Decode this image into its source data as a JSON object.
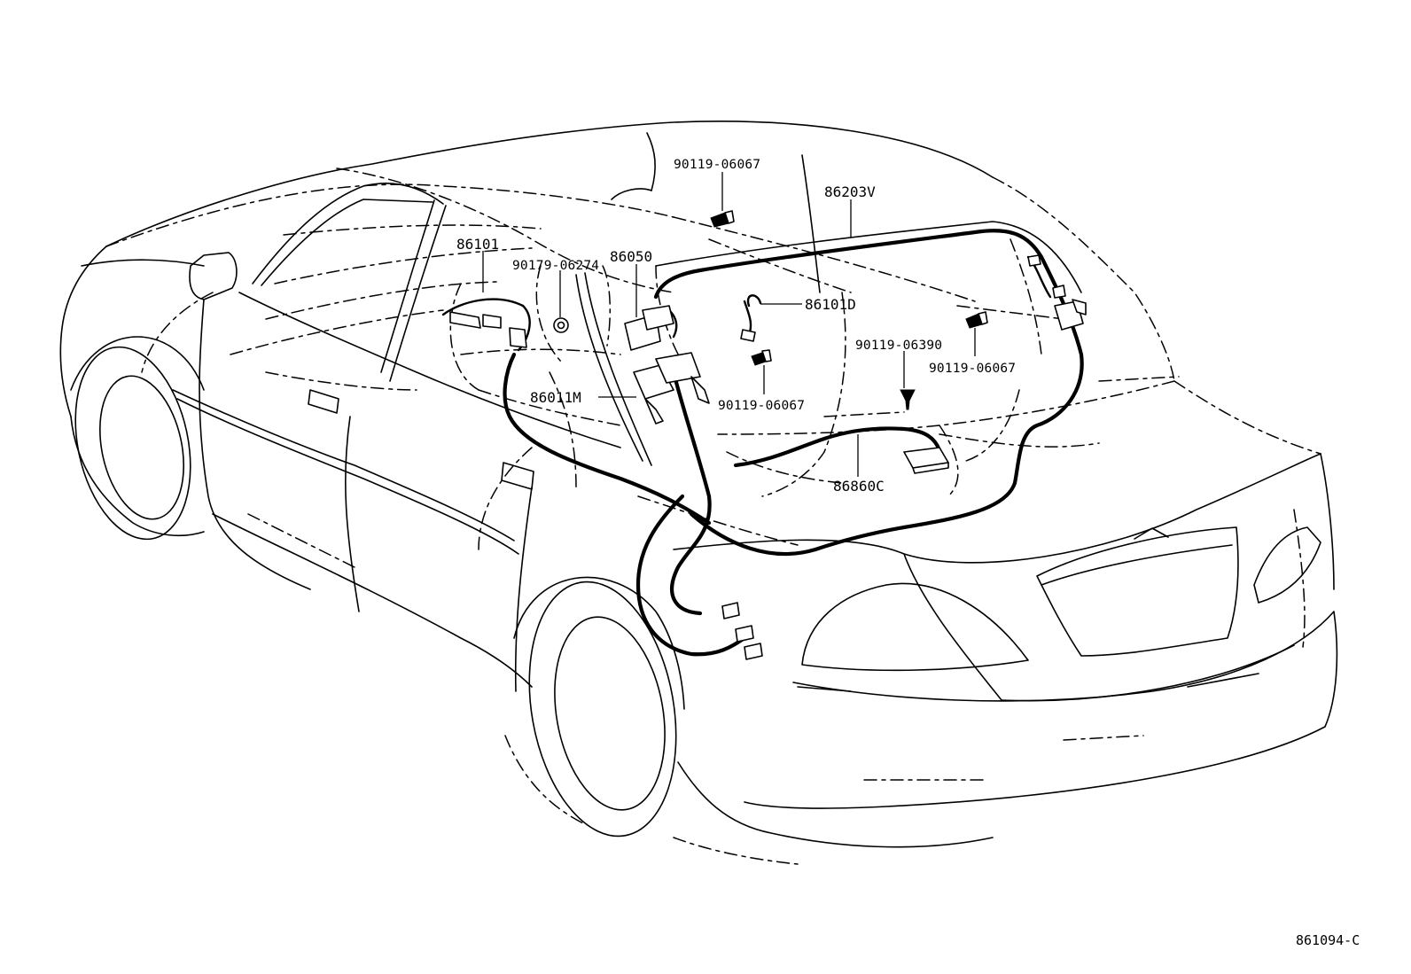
{
  "figure_number": "861094-C",
  "parts": {
    "p_86101": "86101",
    "p_90179_06274": "90179-06274",
    "p_86050": "86050",
    "p_90119_06067_top": "90119-06067",
    "p_86203V": "86203V",
    "p_86101D": "86101D",
    "p_90119_06390": "90119-06390",
    "p_90119_06067_right": "90119-06067",
    "p_86011M": "86011M",
    "p_90119_06067_mid": "90119-06067",
    "p_86860C": "86860C"
  }
}
